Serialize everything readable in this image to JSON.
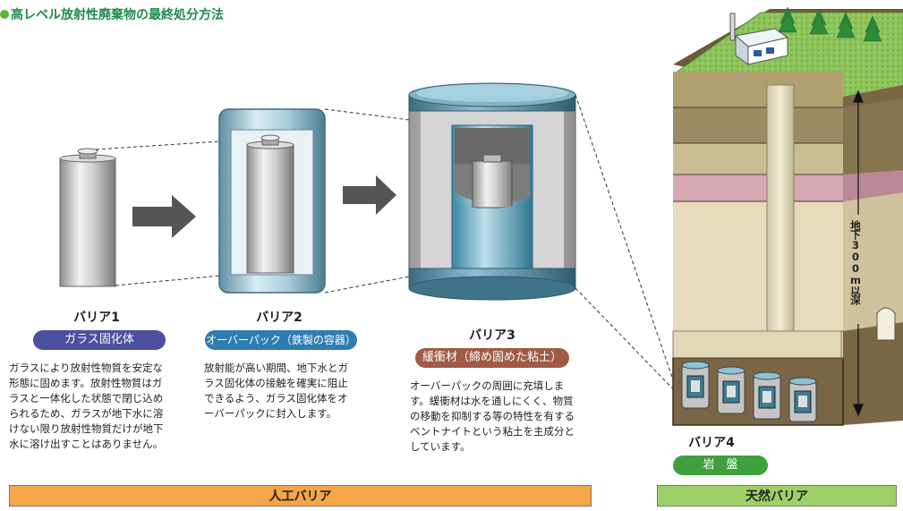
{
  "title": "高レベル放射性廃棄物の最終処分方法",
  "barriers": [
    {
      "name": "バリア1",
      "material": "ガラス固化体",
      "pill_color": "#4a4fa0",
      "description": "ガラスにより放射性物質を安定な形態に固めます。放射性物質はガラスと一体化した状態で閉じ込められるため、ガラスが地下水に溶けない限り放射性物質だけが地下水に溶け出すことはありません。"
    },
    {
      "name": "バリア2",
      "material": "オーバーパック（鉄製の容器）",
      "pill_color": "#2e7db0",
      "description": "放射能が高い期間、地下水とガラス固化体の接触を確実に阻止できるよう、ガラス固化体をオーバーパックに封入します。"
    },
    {
      "name": "バリア3",
      "material": "緩衝材（締め固めた粘土）",
      "pill_color": "#a05a45",
      "description": "オーバーパックの周囲に充填します。緩衝材は水を通しにくく、物質の移動を抑制する等の特性を有するベントナイトという粘土を主成分としています。"
    },
    {
      "name": "バリア4",
      "material": "岩　盤",
      "pill_color": "#3fa13c",
      "description": ""
    }
  ],
  "depth_label": "地下300m以深",
  "category_bars": {
    "artificial": {
      "label": "人工バリア",
      "color": "#f5a54a"
    },
    "natural": {
      "label": "天然バリア",
      "color": "#9fd067"
    }
  }
}
